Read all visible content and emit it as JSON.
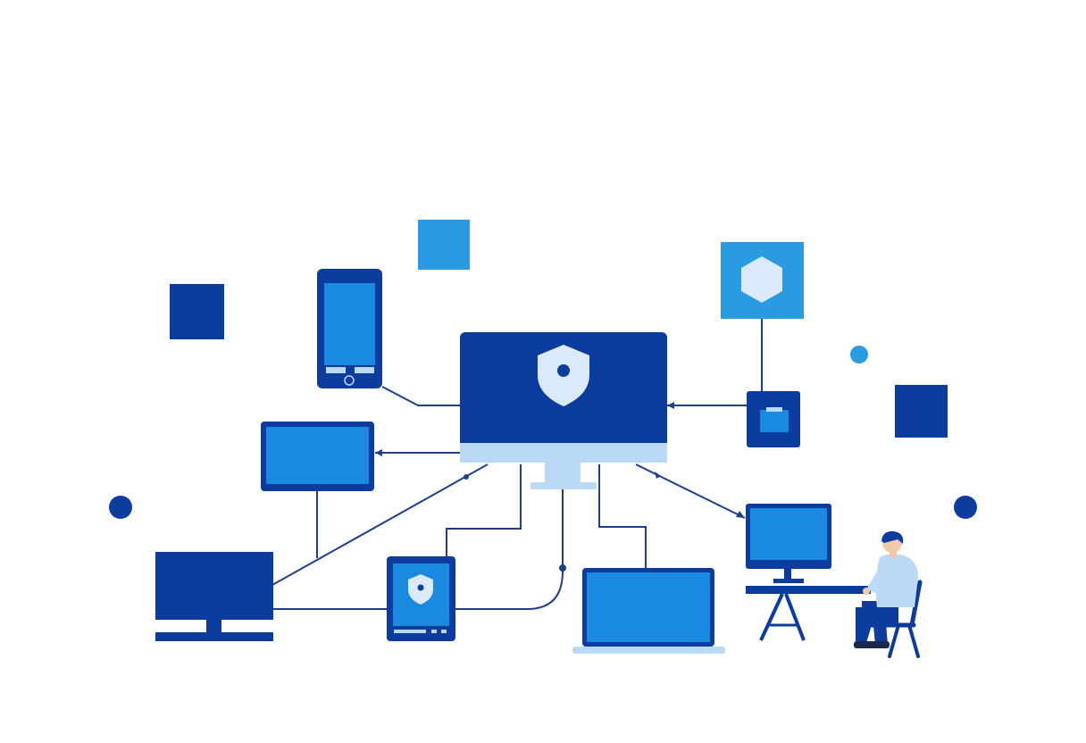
{
  "colors": {
    "background": "#ffffff",
    "navy": "#0b3c9e",
    "blue": "#1f87d6",
    "screen_blue": "#1a8ae0",
    "sky": "#2a9be0",
    "pale": "#b9d9f5",
    "shield_fill": "#dbeafb",
    "connector": "#1c3f8f",
    "person_shirt": "#bcd9f5",
    "person_hair": "#0b3c9e",
    "person_pants": "#0b3c9e",
    "chair": "#0b3c9e",
    "desk": "#0b3c9e"
  },
  "icons": {
    "hub": "shield-icon",
    "tablet": "shield-icon",
    "hexagon_tile": "hexagon-icon",
    "small_device": "folder-icon"
  },
  "nodes": [
    "central-monitor",
    "smartphone",
    "wall-monitor",
    "desktop-monitor",
    "tablet",
    "laptop",
    "hexagon-tile",
    "small-storage-device",
    "workstation-monitor",
    "person-at-desk"
  ],
  "decorations": [
    "square-navy-left",
    "square-sky-top",
    "square-navy-right",
    "dot-left",
    "dot-right",
    "dot-small-sky"
  ]
}
